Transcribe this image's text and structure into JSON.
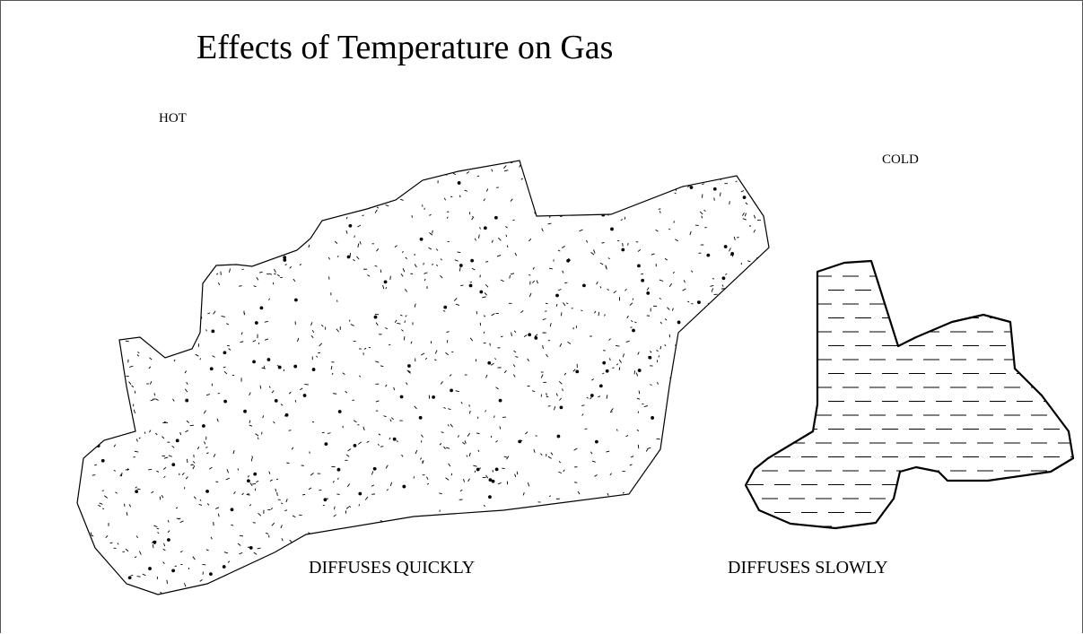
{
  "title": "Effects of Temperature on Gas",
  "hot": {
    "label": "HOT",
    "caption": "DIFFUSES QUICKLY",
    "pattern": "scattered-dots"
  },
  "cold": {
    "label": "COLD",
    "caption": "DIFFUSES SLOWLY",
    "pattern": "horizontal-dashes"
  },
  "colors": {
    "ink": "#000000",
    "background": "#ffffff"
  }
}
